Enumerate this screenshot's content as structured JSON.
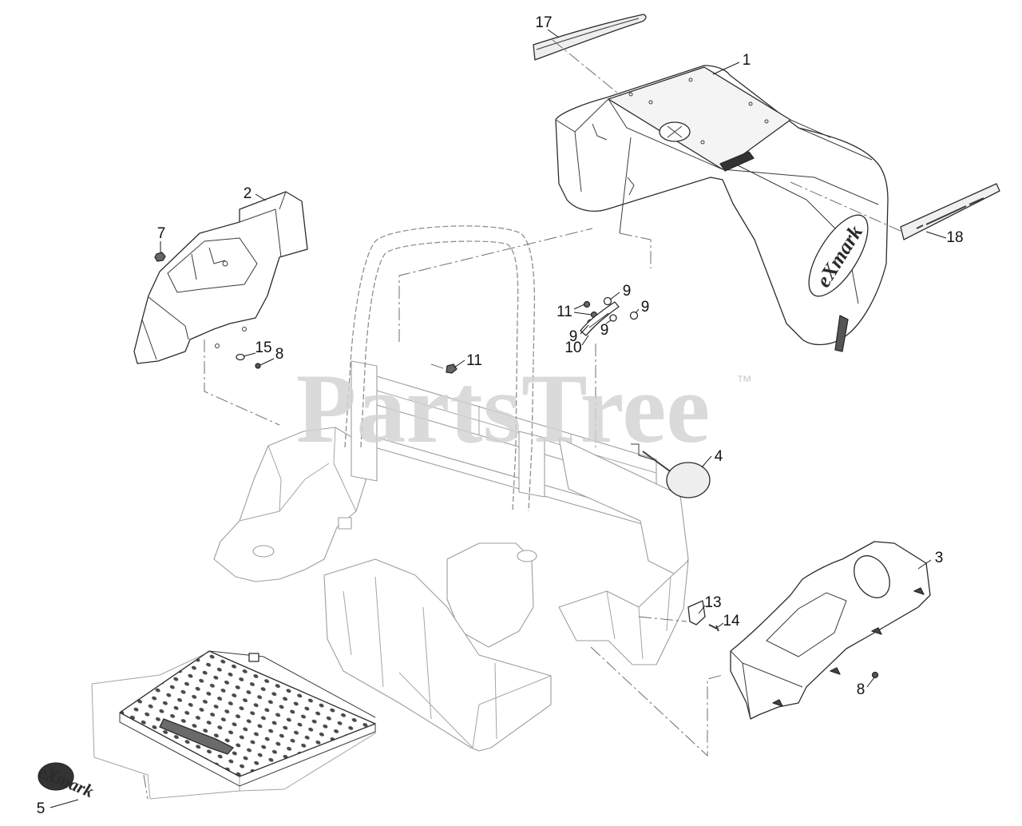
{
  "watermark": {
    "brand": "PartsTree",
    "trademark": "™"
  },
  "logos": {
    "hood_logo": "eXmark",
    "emblem_logo": "eXmark"
  },
  "callouts": [
    "17",
    "1",
    "2",
    "7",
    "15",
    "8",
    "18",
    "9",
    "11",
    "9",
    "9",
    "9",
    "10",
    "11",
    "4",
    "3",
    "13",
    "14",
    "8",
    "5"
  ],
  "colors": {
    "line": "#2b2b2b",
    "frame": "#9d9d9d",
    "watermark": "#d2d2d2",
    "background": "#ffffff"
  }
}
